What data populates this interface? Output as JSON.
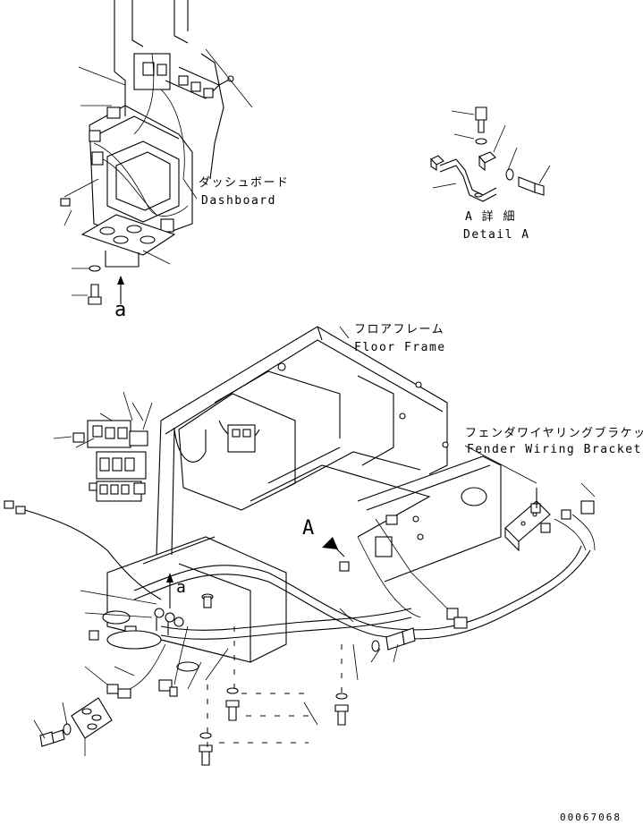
{
  "labels": {
    "dashboard_jp": "ダッシュボード",
    "dashboard_en": "Dashboard",
    "detail_a_jp": "A 詳 細",
    "detail_a_en": "Detail A",
    "floor_frame_jp": "フロアフレーム",
    "floor_frame_en": "Floor Frame",
    "fender_bracket_jp": "フェンダワイヤリングブラケット",
    "fender_bracket_en": "Fender Wiring Bracket",
    "view_a_lower_1": "a",
    "view_a_lower_2": "a",
    "view_a_upper": "A",
    "drawing_number": "00067068"
  }
}
